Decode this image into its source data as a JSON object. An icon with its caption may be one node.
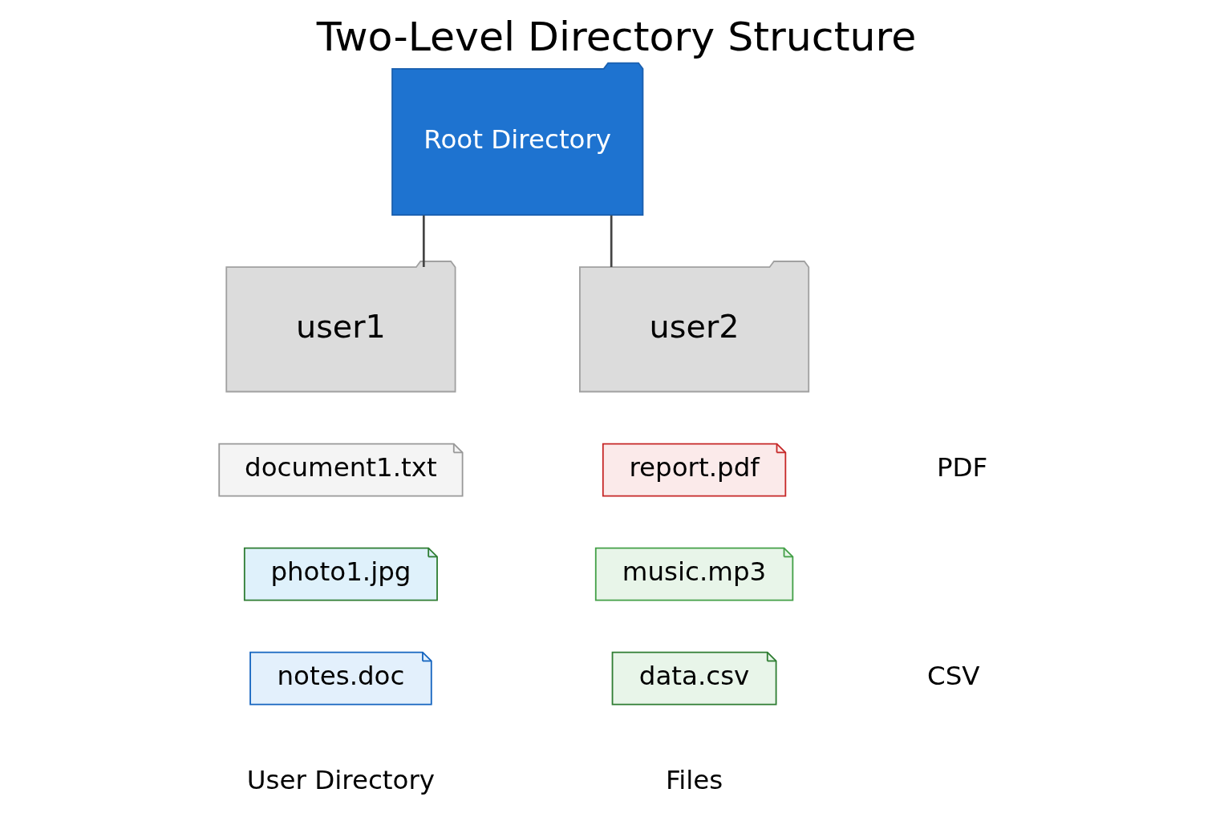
{
  "diagram": {
    "title": "Two-Level Directory Structure",
    "nodes": [
      {
        "text": [
          "Root Directory"
        ]
      },
      {
        "text": [
          "user1"
        ]
      },
      {
        "text": [
          "user2"
        ]
      },
      {
        "text": [
          "document1.txt"
        ]
      },
      {
        "text": [
          "report.pdf"
        ]
      },
      {
        "text": [
          "photo1.jpg"
        ]
      },
      {
        "text": [
          "music.mp3"
        ]
      },
      {
        "text": [
          "notes.doc"
        ]
      },
      {
        "text": [
          "data.csv"
        ]
      }
    ],
    "edges": [
      {
        "from": 0,
        "to": 1,
        "arrow": "none"
      },
      {
        "from": 0,
        "to": 2,
        "arrow": "none"
      }
    ],
    "labels": [
      "PDF",
      "CSV",
      "User Directory",
      "Files"
    ]
  }
}
